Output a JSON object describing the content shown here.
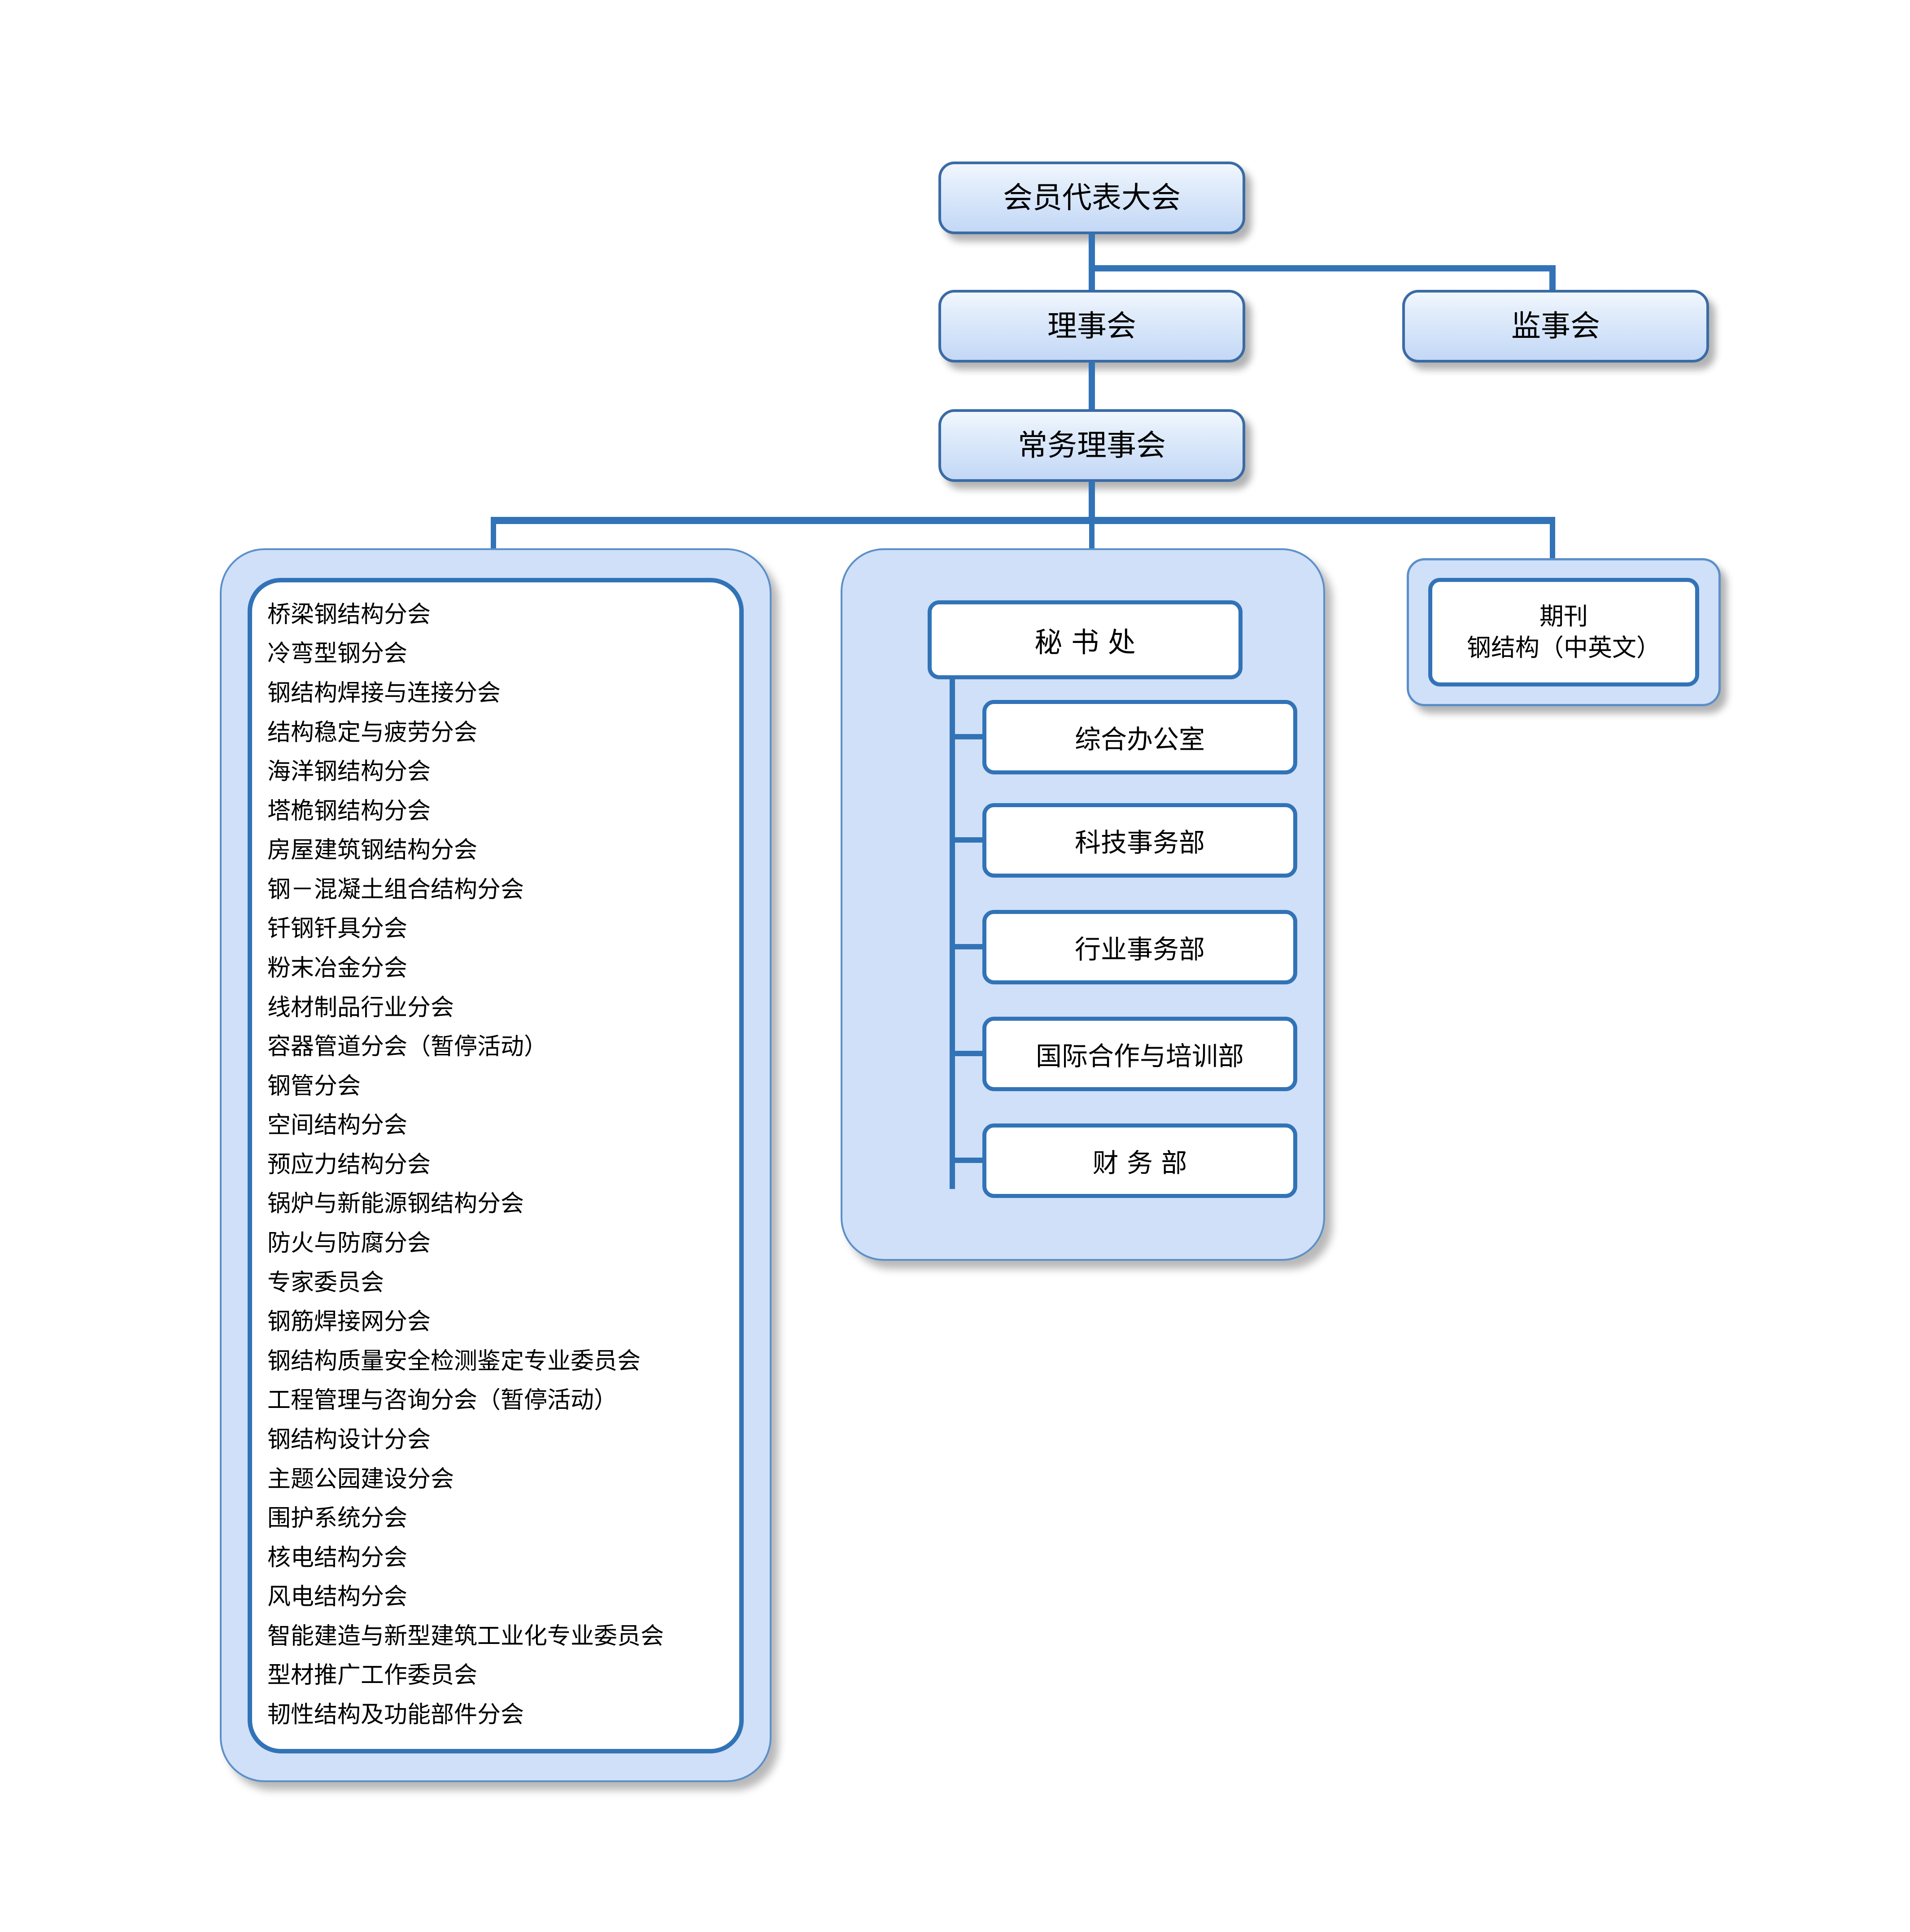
{
  "diagram": {
    "title_boxes": {
      "assembly": "会员代表大会",
      "council": "理事会",
      "supervisory": "监事会",
      "standing_council": "常务理事会"
    },
    "secretariat": {
      "head": "秘 书 处",
      "departments": [
        "综合办公室",
        "科技事务部",
        "行业事务部",
        "国际合作与培训部",
        "财 务 部"
      ]
    },
    "journal": {
      "line1": "期刊",
      "line2": "钢结构（中英文）"
    },
    "committees": [
      "桥梁钢结构分会",
      "冷弯型钢分会",
      "钢结构焊接与连接分会",
      "结构稳定与疲劳分会",
      "海洋钢结构分会",
      "塔桅钢结构分会",
      "房屋建筑钢结构分会",
      "钢－混凝土组合结构分会",
      "钎钢钎具分会",
      "粉末冶金分会",
      "线材制品行业分会",
      "容器管道分会（暂停活动）",
      "钢管分会",
      "空间结构分会",
      "预应力结构分会",
      "锅炉与新能源钢结构分会",
      "防火与防腐分会",
      "专家委员会",
      "钢筋焊接网分会",
      "钢结构质量安全检测鉴定专业委员会",
      "工程管理与咨询分会（暂停活动）",
      "钢结构设计分会",
      "主题公园建设分会",
      "围护系统分会",
      "核电结构分会",
      "风电结构分会",
      "智能建造与新型建筑工业化专业委员会",
      "型材推广工作委员会",
      "韧性结构及功能部件分会"
    ],
    "colors": {
      "box_border": "#3a6ba5",
      "connector": "#3273b7",
      "panel_fill": "#cfe0f8",
      "panel_border": "#5c8fc9",
      "box_fill_top": "#f2f7fd",
      "box_fill_bottom": "#c3d8f5",
      "text": "#000000"
    }
  }
}
